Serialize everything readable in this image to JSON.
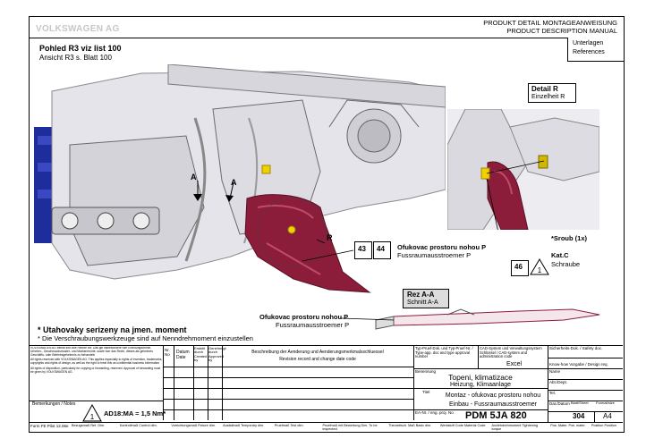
{
  "header": {
    "company": "VOLKSWAGEN AG",
    "title_de": "PRODUKT DETAIL MONTAGEANWEISUNG",
    "title_en": "PRODUCT DESCRIPTION MANUAL",
    "references_de": "Unterlagen",
    "references_en": "References"
  },
  "view": {
    "title_cz": "Pohled R3 viz list 100",
    "title_de": "Ansicht R3 s. Blatt 100",
    "marker_a1": "A",
    "marker_a2": "A",
    "marker_r": "R"
  },
  "detail": {
    "title_de": "Detail R",
    "title_de2": "Einzelheit R",
    "part_no": "46",
    "class_no": "1",
    "screw_cz": "*Sroub (1x)",
    "screw_class": "Kat.C",
    "screw_de": "Schraube"
  },
  "callout": {
    "num1": "43",
    "num2": "44",
    "label_cz": "Ofukovac prostoru nohou P",
    "label_de": "Fussraumausstroemer P"
  },
  "section": {
    "title_cz": "Rez A-A",
    "title_de": "Schnitt A-A",
    "label_cz": "Ofukovac prostoru nohou P",
    "label_de": "Fussraumausstroemer P"
  },
  "notes": {
    "note_cz": "* Utahovaky serizeny na jmen. moment",
    "note_de": "* Die Verschraubungswerkzeuge sind auf Nenndrehmoment einzustellen",
    "remarks": "Bemerkungen / Notes",
    "torque_class": "1",
    "torque": "AD18:MA = 1,5 Nm*"
  },
  "legal": {
    "p1": "VOLKSWAGEN AG behält sich alle Rechte vor. Das gilt insbesondere fuer Erfindungsrechte, Urheber-, Geschmacksmuster- und Markenrechte, sowie fuer das Recht, dieses als geheimes Geschäfts- oder Betriebsgeheimnis zu behandeln",
    "p2": "All rights reserved with VOLKSWAGEN AG. This applies especially to rights of invention, trademarks, copyrights and rights of design, as well as the right to treat this as confidential business information",
    "p3": "All rights of disposition, particularly for copying or forwarding, reserved. Approval of forwarding must be given by VOLKSWAGEN AG."
  },
  "revision": {
    "col_no": "Nr. No",
    "col_date": "Datum Date",
    "col_created": "Erstellt durch Created by",
    "col_approved": "Genehmigt durch Approved by",
    "desc_de": "Beschreibung der Aenderung und Aenderungsmerkmalsschluessel",
    "desc_en": "Revision record and change date code"
  },
  "titleblock": {
    "doctype_label": "Typ-Pruef-Dok. und Typ-Pruef-Nr. / Type-app. doc and type approval number",
    "cad_label": "CAD-System und Verwaltungssystem Schlüssel / CAD-system and administration code",
    "cad_value": "Excel",
    "safety_label": "Sicherheits-Dok. / Safety doc.",
    "design_label": "Know-how Vorgabe / Design req.",
    "name_label": "Benennung",
    "name_cz": "Topeni, klimatizace",
    "name_de": "Heizung, Klimaanlage",
    "title_label": "Titel",
    "title_cz": "Montaz - ofukovac prostoru nohou",
    "title_de": "Einbau - Fussraumausstroemer",
    "ea_label": "EA-Nr. / eng. proj. No",
    "pdm": "PDM 5JA 820",
    "name_r": "Name",
    "dept": "Abt./Dept.",
    "tel": "Tel.",
    "date": "Dat./Datum",
    "sheet_label": "Blatt/Sheet",
    "sheet": "304",
    "format_label": "Format/size",
    "format": "A4"
  },
  "footer": {
    "form": "Form FE Pilot 12.06e",
    "items": [
      "Bezugsmaß Ref. Dim.",
      "Kontrollmaß Control dim.",
      "Vorrichtungsmaß Fixture dim.",
      "Ausfallmaß Temporary dim.",
      "Pruefmaß Test dim.",
      "Pruefmaß mit Bewertung Dim. To be inspected",
      "Theoretisch. Maß Basic dim.",
      "Werkstoff Code Material Code",
      "Anziehdrehmoment Tightening torque",
      "Pos. Mater. Pos. mater.",
      "Position Position"
    ]
  }
}
